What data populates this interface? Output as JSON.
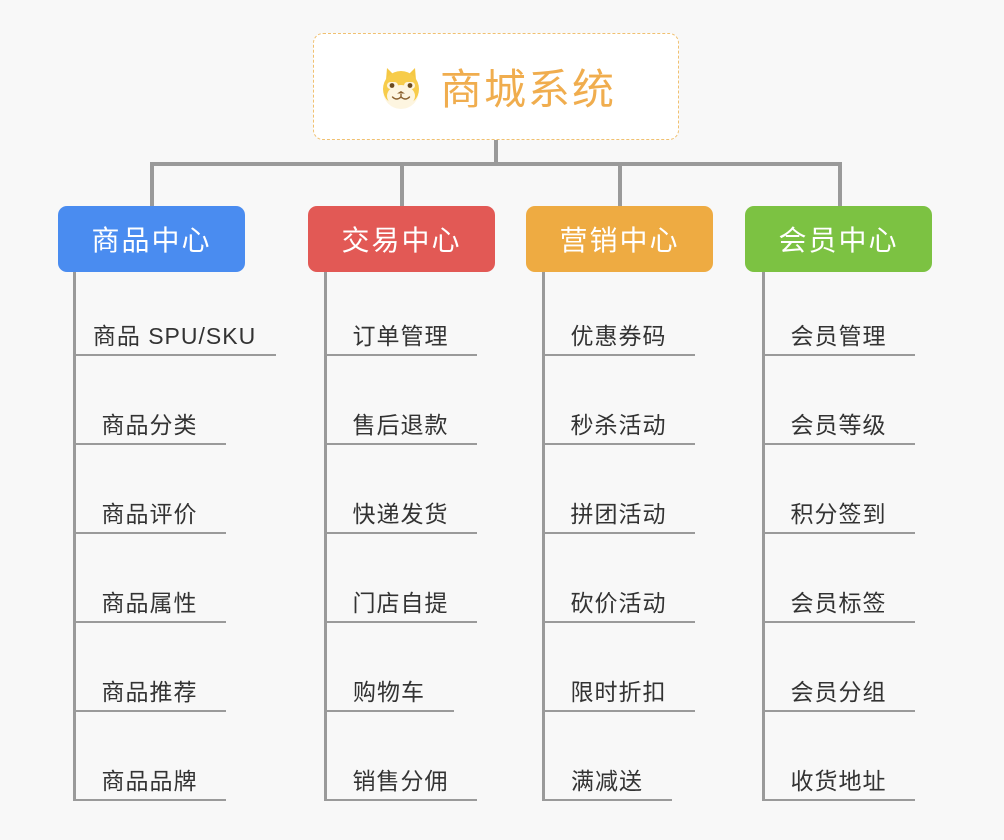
{
  "diagram": {
    "type": "mind-map",
    "background_color": "#f8f8f8",
    "connector_color": "#9a9a9a",
    "root": {
      "title": "商城系统",
      "icon": "shiba-dog-face-emoji",
      "text_color": "#f0ad4e",
      "border_color": "#f0c070",
      "background_color": "#ffffff"
    },
    "branches": [
      {
        "label": "商品中心",
        "color": "#4a8cf0",
        "items": [
          "商品 SPU/SKU",
          "商品分类",
          "商品评价",
          "商品属性",
          "商品推荐",
          "商品品牌"
        ]
      },
      {
        "label": "交易中心",
        "color": "#e25955",
        "items": [
          "订单管理",
          "售后退款",
          "快递发货",
          "门店自提",
          "购物车",
          "销售分佣"
        ]
      },
      {
        "label": "营销中心",
        "color": "#eeab42",
        "items": [
          "优惠券码",
          "秒杀活动",
          "拼团活动",
          "砍价活动",
          "限时折扣",
          "满减送"
        ]
      },
      {
        "label": "会员中心",
        "color": "#7cc242",
        "items": [
          "会员管理",
          "会员等级",
          "积分签到",
          "会员标签",
          "会员分组",
          "收货地址"
        ]
      }
    ]
  }
}
